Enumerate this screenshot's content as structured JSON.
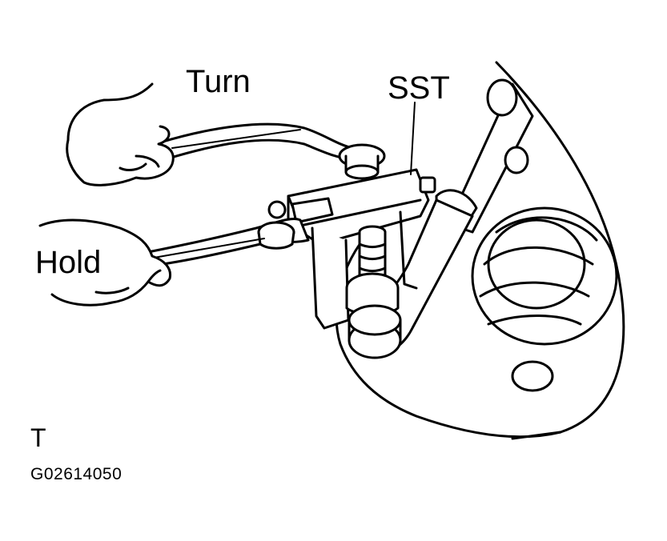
{
  "labels": {
    "turn": "Turn",
    "sst": "SST",
    "hold": "Hold"
  },
  "corner_mark": "T",
  "figure_code": "G02614050",
  "colors": {
    "line": "#000000",
    "background": "#ffffff"
  }
}
